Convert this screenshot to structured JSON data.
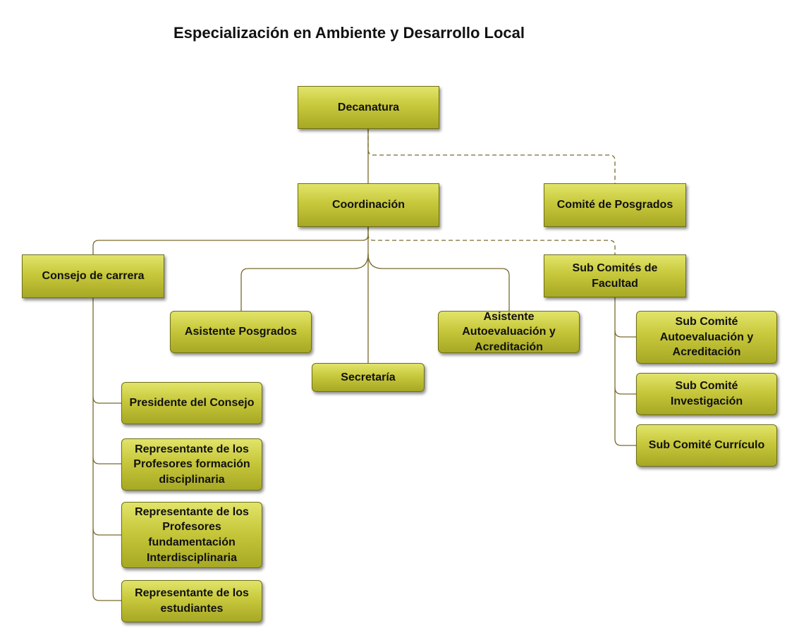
{
  "title": "Especialización en Ambiente y Desarrollo Local",
  "nodes": {
    "decanatura": "Decanatura",
    "coordinacion": "Coordinación",
    "comite_posgrados": "Comité de Posgrados",
    "consejo_carrera": "Consejo de carrera",
    "sub_comites_facultad": "Sub Comités de Facultad",
    "asistente_posgrados": "Asistente Posgrados",
    "secretaria": "Secretaría",
    "asistente_autoevaluacion": "Asistente Autoevaluación y Acreditación",
    "presidente_consejo": "Presidente del Consejo",
    "rep_prof_disciplinaria": "Representante de los Profesores formación disciplinaria",
    "rep_prof_interdisciplinaria": "Representante de los Profesores fundamentación Interdisciplinaria",
    "rep_estudiantes": "Representante de los estudiantes",
    "sub_comite_autoevaluacion": "Sub Comité Autoevaluación y Acreditación",
    "sub_comite_investigacion": "Sub Comité Investigación",
    "sub_comite_curriculo": "Sub Comité Currículo"
  },
  "colors": {
    "box_fill": "#c7c83b",
    "box_border": "#6e6f1a",
    "connector": "#7a6a2a"
  }
}
